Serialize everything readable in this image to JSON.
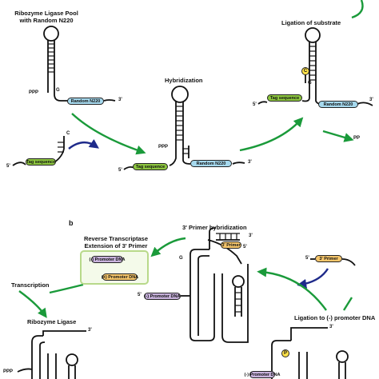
{
  "panel_a": {
    "label_pool_line1": "Ribozyme Ligase Pool",
    "label_pool_line2": "with Random N220",
    "label_ligation_substrate": "Ligation of substrate",
    "label_hybridization": "Hybridization",
    "random_region": "Random N220",
    "tag_sequence": "Tag sequence",
    "ppp": "PPP",
    "pp": "PP",
    "g": "G",
    "c": "C",
    "five_prime": "5'",
    "three_prime": "3'"
  },
  "panel_b": {
    "panel_letter": "b",
    "label_primer_hybridization": "3' Primer hybridization",
    "label_rt_line1": "Reverse Transcriptase",
    "label_rt_line2": "Extension of 3' Primer",
    "label_transcription": "Transcription",
    "label_ribozyme_ligase": "Ribozyme Ligase",
    "label_ligation_promoter": "Ligation to (-) promoter DNA",
    "primer_3": "3' Primer",
    "minus_promoter": "(-) Promoter DNA",
    "plus_promoter": "(+) Promoter DNA",
    "ppp": "PPP",
    "p": "P",
    "five_prime": "5'",
    "three_prime": "3'"
  },
  "colors": {
    "arrow_green": "#1a9a3a",
    "arrow_blue": "#1e2a8a",
    "tag_green": "#8dc63f",
    "random_blue": "#a6d9ee",
    "primer_orange": "#f6c66b",
    "promoter_purple": "#c9b3dd",
    "box_green": "#b8d98a"
  }
}
